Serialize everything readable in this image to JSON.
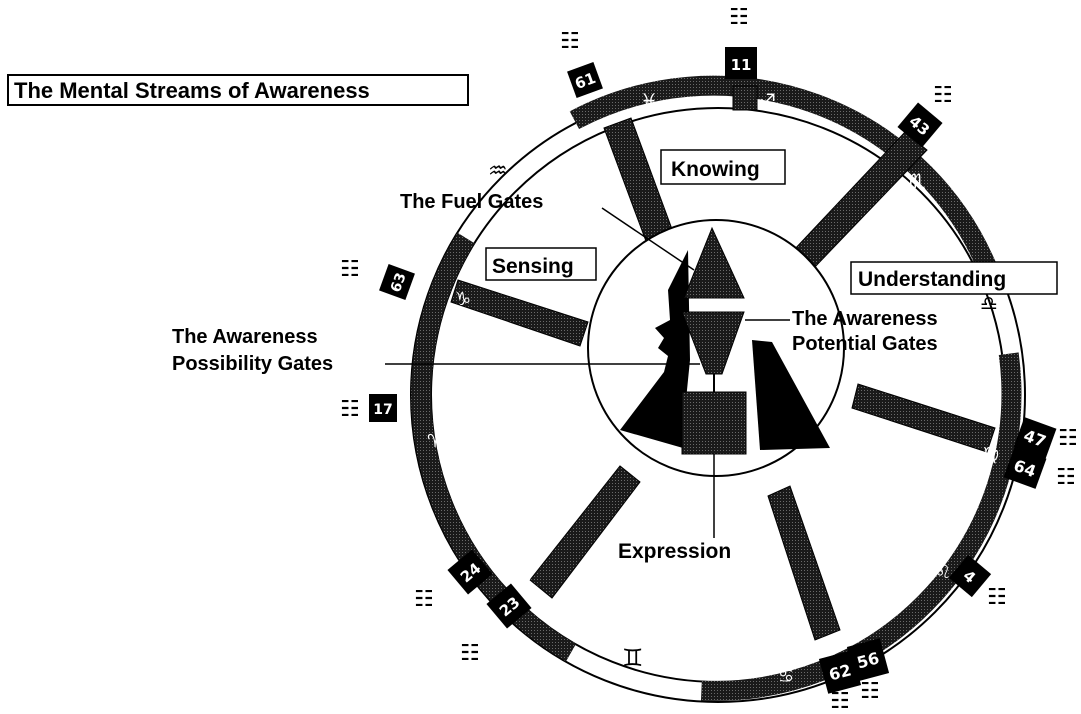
{
  "title": "The Mental Streams of Awareness",
  "labels": {
    "knowing": "Knowing",
    "sensing": "Sensing",
    "understanding": "Understanding",
    "fuel_gates": "The Fuel Gates",
    "possibility_1": "The Awareness",
    "possibility_2": "Possibility Gates",
    "potential_1": "The Awareness",
    "potential_2": "Potential Gates",
    "expression": "Expression"
  },
  "gates": {
    "g61": "61",
    "g11": "11",
    "g43": "43",
    "g63": "63",
    "g17": "17",
    "g47": "47",
    "g64": "64",
    "g4": "4",
    "g24": "24",
    "g23": "23",
    "g62": "62",
    "g56": "56"
  },
  "signs": {
    "aquarius": "♒",
    "sagittarius": "♐",
    "pisces": "♓",
    "scorpio": "♏",
    "libra": "♎",
    "aries": "♈",
    "taurus": "♉",
    "virgo": "♍",
    "leo": "♌",
    "cancer": "♋",
    "gemini": "♊",
    "capricorn": "♑"
  },
  "hexagram_glyph": "☷",
  "colors": {
    "ink": "#000000",
    "ring_dark": "#1a1a1a",
    "paper": "#ffffff"
  }
}
